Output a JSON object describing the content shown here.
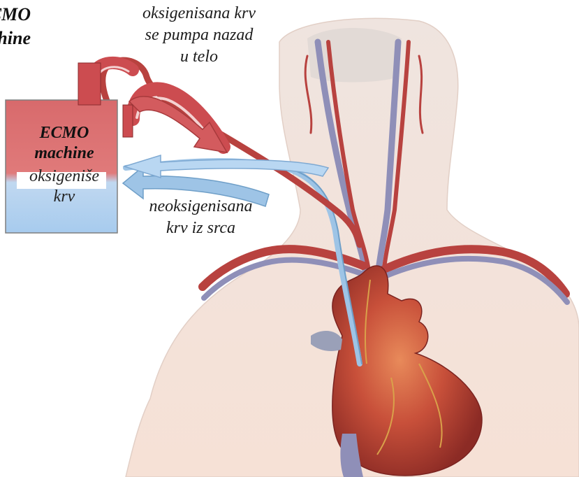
{
  "title": {
    "line1": "ECMO",
    "line2": "machine"
  },
  "machine": {
    "name_line1": "ECMO",
    "name_line2": "machine",
    "function_line1": "oksigeniše",
    "function_line2": "krv"
  },
  "labels": {
    "oxygenated": [
      "oksigenisana krv",
      "se pumpa nazad",
      "u telo"
    ],
    "deoxygenated": [
      "neoksigenisana",
      "krv iz srca"
    ]
  },
  "colors": {
    "oxygenated_blood": "#cc4c50",
    "deoxygenated_blood": "#9ec4e6",
    "machine_top": "#d86a6c",
    "machine_bottom": "#a9ccee",
    "skin": "#f6e3d8",
    "artery": "#b8423f",
    "vein": "#8f8fb8",
    "heart": "#c8503a"
  }
}
